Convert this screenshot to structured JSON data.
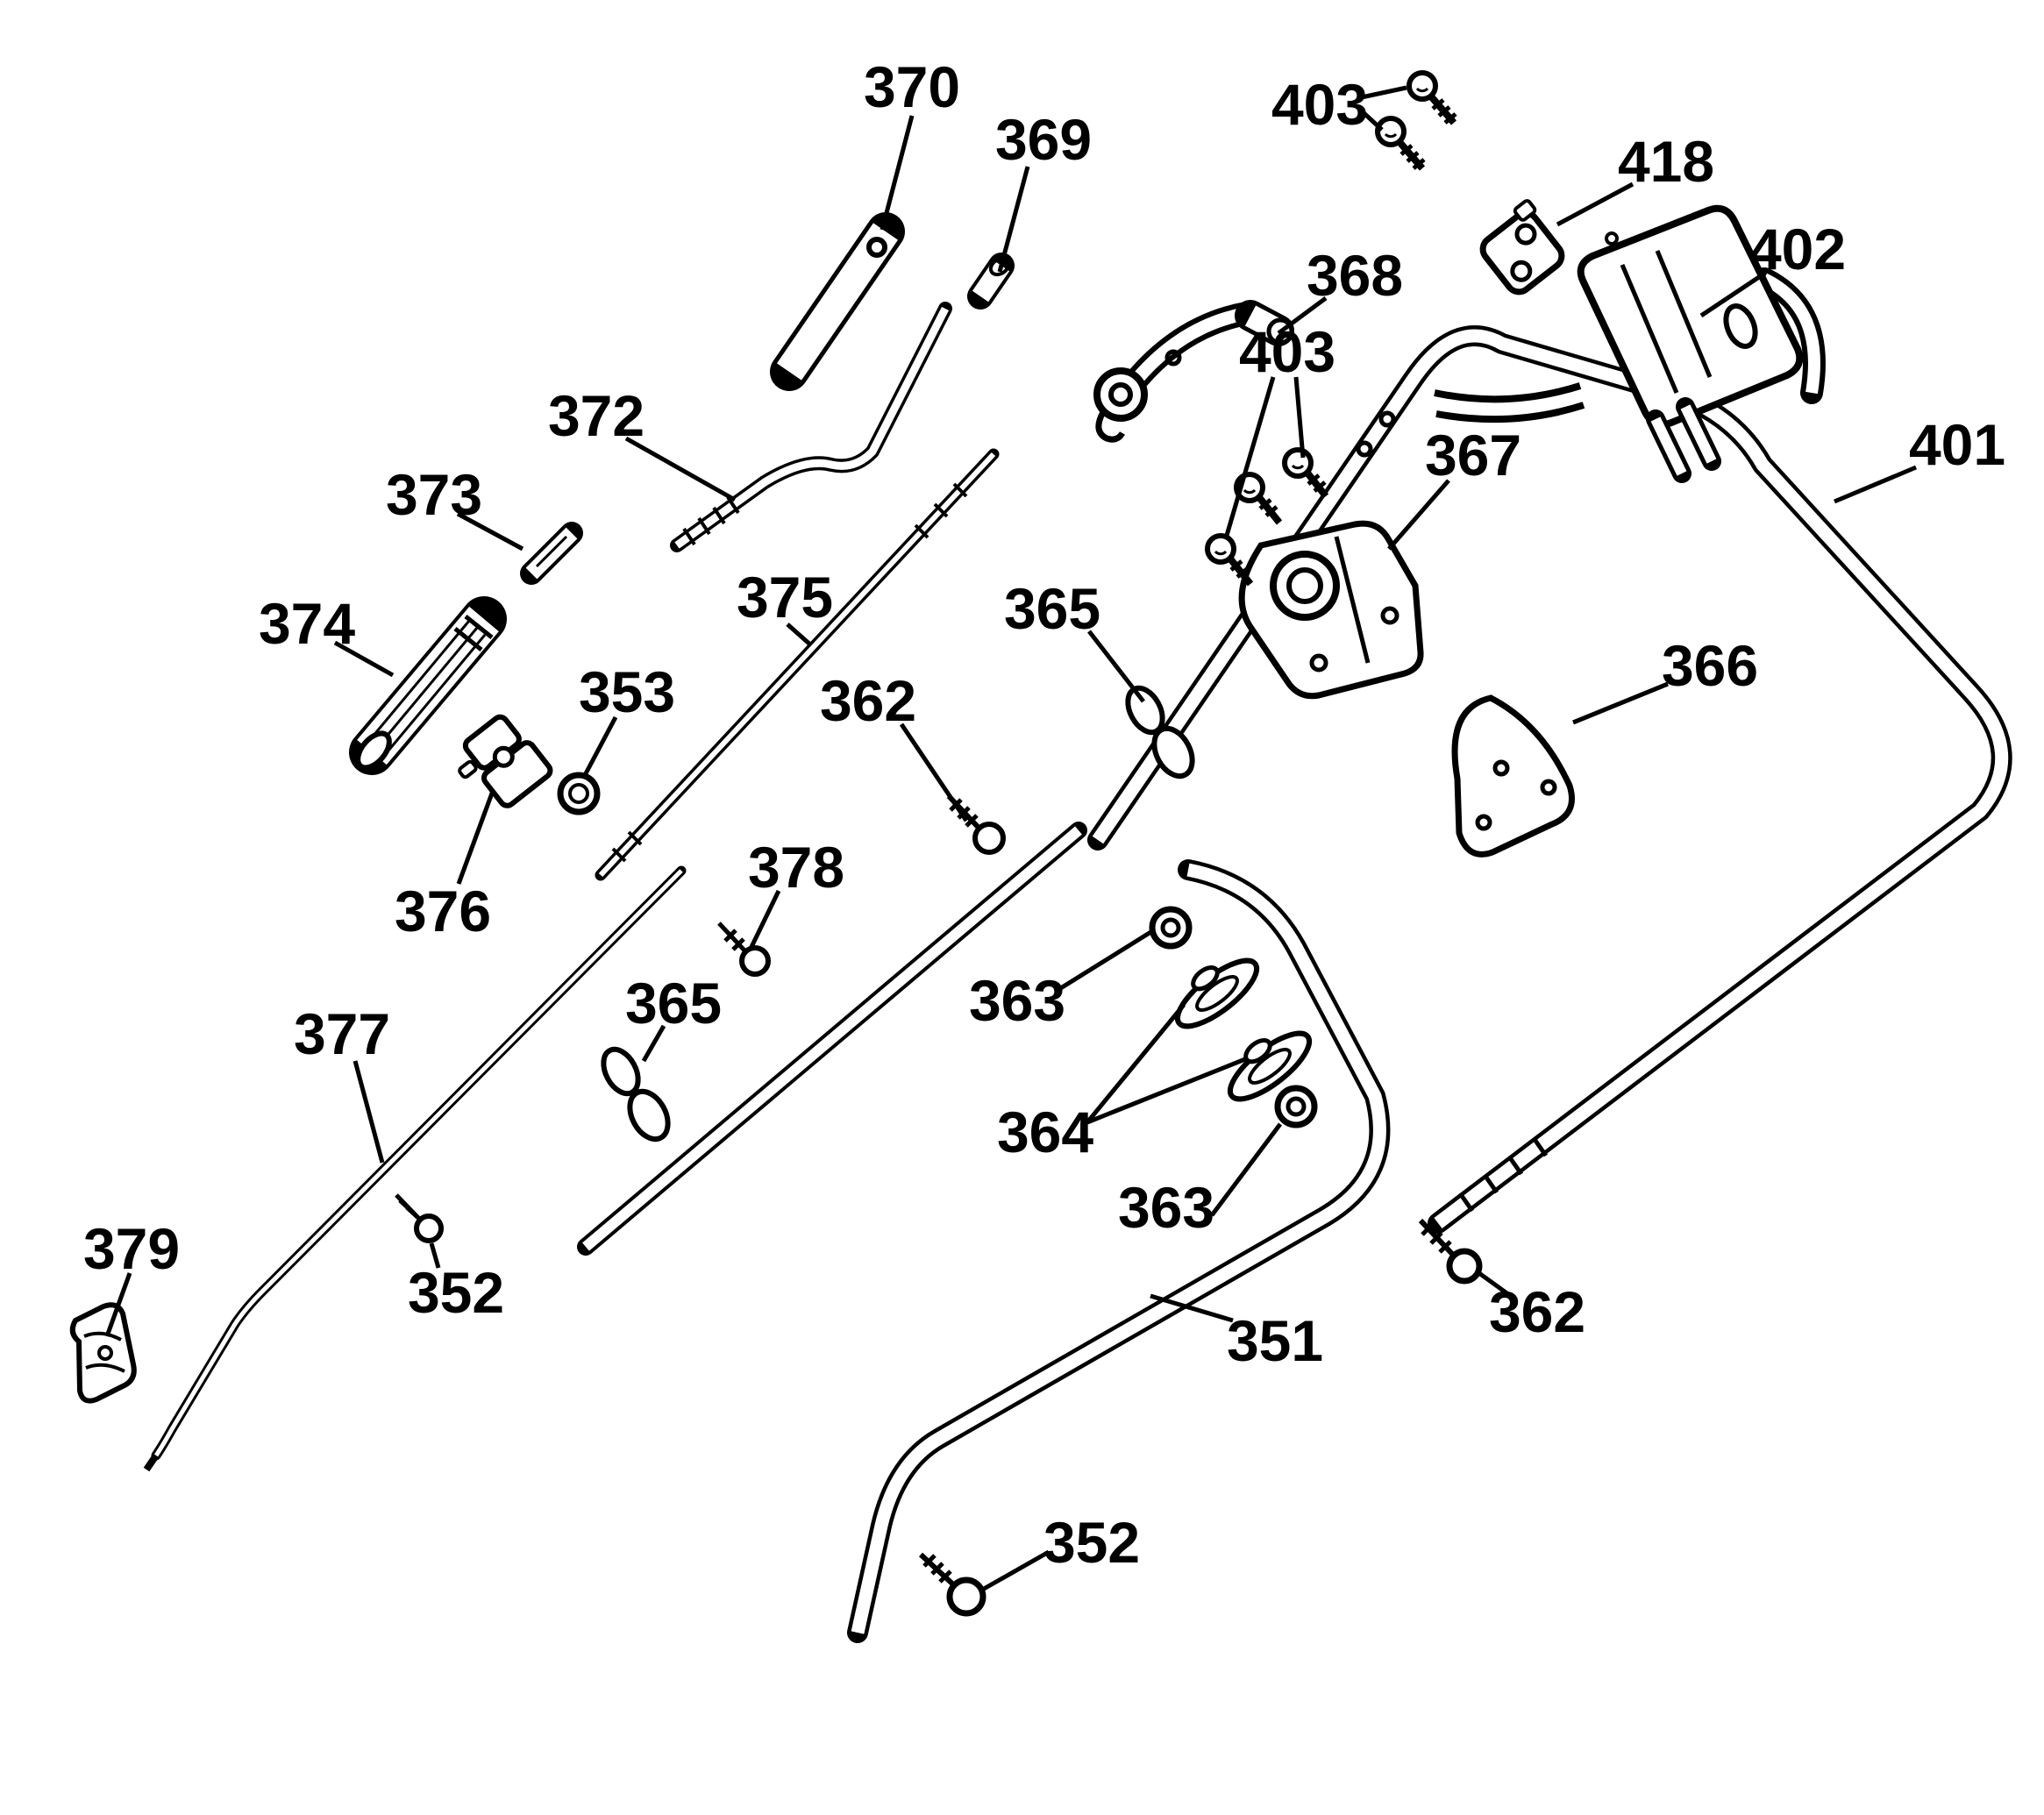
{
  "diagram": {
    "kind": "exploded-parts-diagram",
    "background_color": "#ffffff",
    "ink_color": "#000000",
    "callouts": [
      {
        "text": "370"
      },
      {
        "text": "369"
      },
      {
        "text": "403"
      },
      {
        "text": "418"
      },
      {
        "text": "402"
      },
      {
        "text": "368"
      },
      {
        "text": "372"
      },
      {
        "text": "403"
      },
      {
        "text": "367"
      },
      {
        "text": "401"
      },
      {
        "text": "373"
      },
      {
        "text": "374"
      },
      {
        "text": "353"
      },
      {
        "text": "375"
      },
      {
        "text": "362"
      },
      {
        "text": "365"
      },
      {
        "text": "366"
      },
      {
        "text": "376"
      },
      {
        "text": "378"
      },
      {
        "text": "365"
      },
      {
        "text": "363"
      },
      {
        "text": "377"
      },
      {
        "text": "364"
      },
      {
        "text": "363"
      },
      {
        "text": "379"
      },
      {
        "text": "352"
      },
      {
        "text": "351"
      },
      {
        "text": "362"
      },
      {
        "text": "352"
      }
    ]
  }
}
